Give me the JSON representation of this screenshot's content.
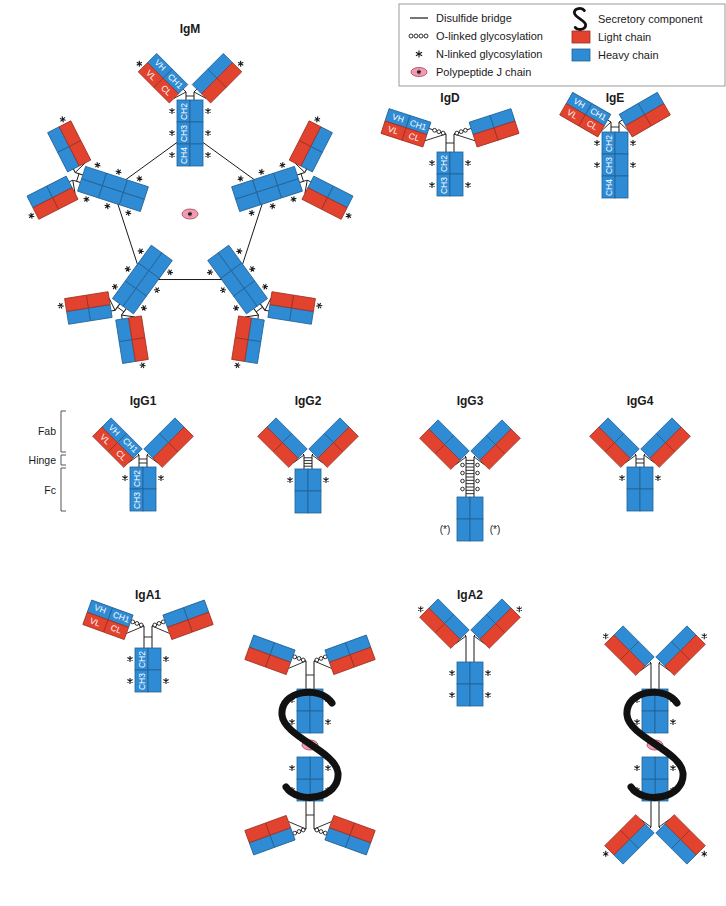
{
  "diagram": {
    "nodes": [
      {
        "text": [
          "VH"
        ]
      },
      {
        "text": [
          "CH1"
        ]
      },
      {
        "text": [
          "VL"
        ]
      },
      {
        "text": [
          "CL"
        ]
      },
      {
        "text": [
          "CH2"
        ]
      },
      {
        "text": [
          "CH3"
        ]
      },
      {
        "text": [
          "CH4"
        ]
      },
      {
        "text": [
          "VH"
        ]
      },
      {
        "text": [
          "CH1"
        ]
      },
      {
        "text": [
          "VL"
        ]
      },
      {
        "text": [
          "CL"
        ]
      },
      {
        "text": [
          "CH2"
        ]
      },
      {
        "text": [
          "CH3"
        ]
      },
      {
        "text": [
          "VH"
        ]
      },
      {
        "text": [
          "CH1"
        ]
      },
      {
        "text": [
          "VL"
        ]
      },
      {
        "text": [
          "CL"
        ]
      },
      {
        "text": [
          "CH2"
        ]
      },
      {
        "text": [
          "CH3"
        ]
      },
      {
        "text": [
          "CH4"
        ]
      },
      {
        "text": [
          "VH"
        ]
      },
      {
        "text": [
          "CH1"
        ]
      },
      {
        "text": [
          "VL"
        ]
      },
      {
        "text": [
          "CL"
        ]
      },
      {
        "text": [
          "CH2"
        ]
      },
      {
        "text": [
          "CH3"
        ]
      },
      {
        "text": [
          "VH"
        ]
      },
      {
        "text": [
          "CH1"
        ]
      },
      {
        "text": [
          "VL"
        ]
      },
      {
        "text": [
          "CL"
        ]
      },
      {
        "text": [
          "CH2"
        ]
      },
      {
        "text": [
          "CH3"
        ]
      }
    ],
    "labels": [
      "IgM",
      "IgD",
      "IgE",
      "Fab",
      "Hinge",
      "Fc",
      "IgG1",
      "IgG2",
      "IgG3",
      "IgG4",
      "(*)",
      "(*)",
      "IgA1",
      "IgA2"
    ],
    "legend": [
      {
        "text": "Disulfide bridge"
      },
      {
        "text": "O-linked glycosylation"
      },
      {
        "text": "N-linked glycosylation"
      },
      {
        "text": "Polypeptide J chain"
      },
      {
        "text": "Secretory component"
      },
      {
        "text": "Light chain",
        "color": "#e2432f"
      },
      {
        "text": "Heavy chain",
        "color": "#2f8bd3"
      }
    ]
  }
}
